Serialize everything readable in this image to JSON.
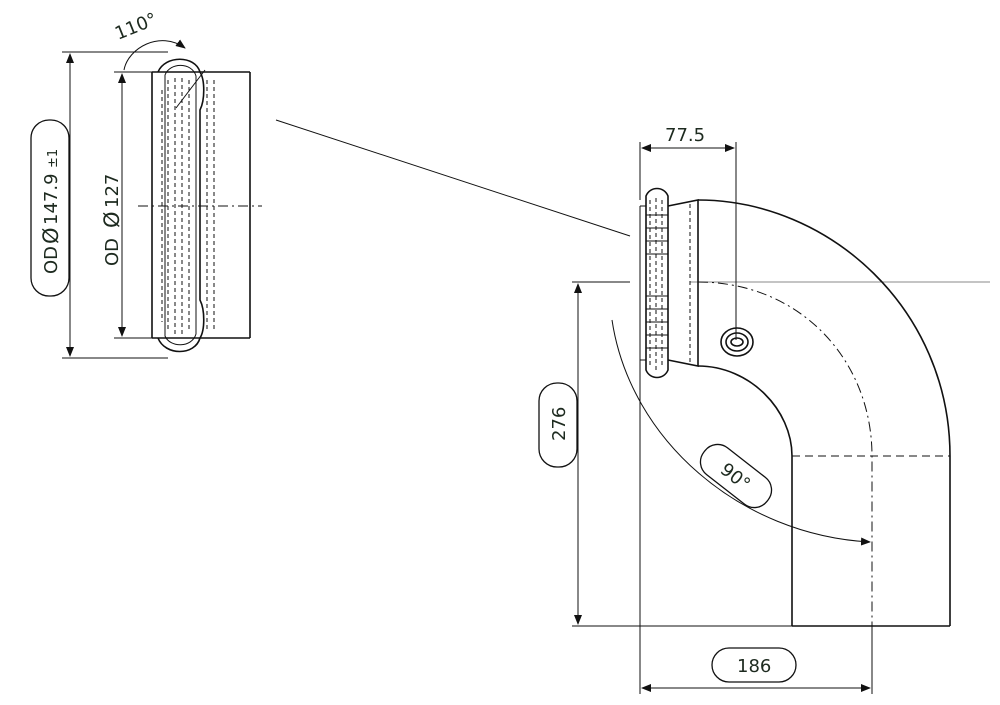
{
  "dimensions": {
    "od_outer": "OD",
    "od_outer_symbol": "Ø",
    "od_outer_value": "147.9",
    "od_outer_tolerance": "±1",
    "od_inner": "OD",
    "od_inner_symbol": "Ø",
    "od_inner_value": "127",
    "flare_angle": "110°",
    "flange_offset": "77.5",
    "height": "276",
    "width": "186",
    "bend_angle": "90°"
  },
  "colors": {
    "line": "#111111",
    "text": "#1d2a1f",
    "background": "#ffffff"
  }
}
